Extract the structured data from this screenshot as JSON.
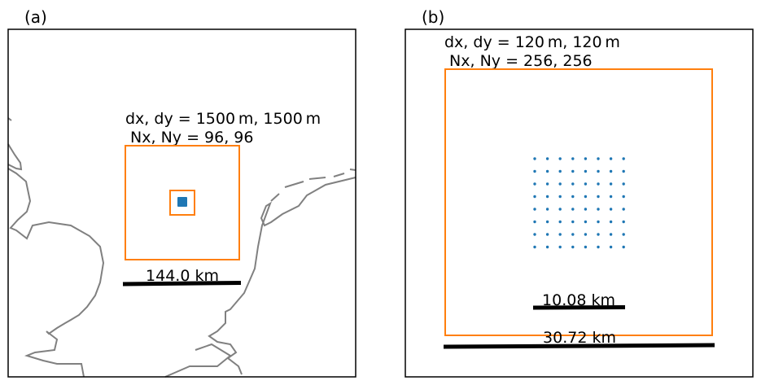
{
  "panel_a": {
    "label": "(a)",
    "annotation_line1": "dx, dy = 1500 m, 1500 m",
    "annotation_line2": " Nx, Ny = 96, 96",
    "scale_label": "144.0 km"
  },
  "panel_b": {
    "label": "(b)",
    "annotation_line1": "dx, dy = 120 m, 120 m",
    "annotation_line2": " Nx, Ny = 256, 256",
    "inner_scale_label": "10.08 km",
    "outer_scale_label": "30.72 km",
    "grid_points": {
      "columns": 8,
      "rows": 8
    }
  },
  "colors": {
    "domain": "#ff7f0e",
    "points": "#1f77b4",
    "coast": "#808080"
  }
}
